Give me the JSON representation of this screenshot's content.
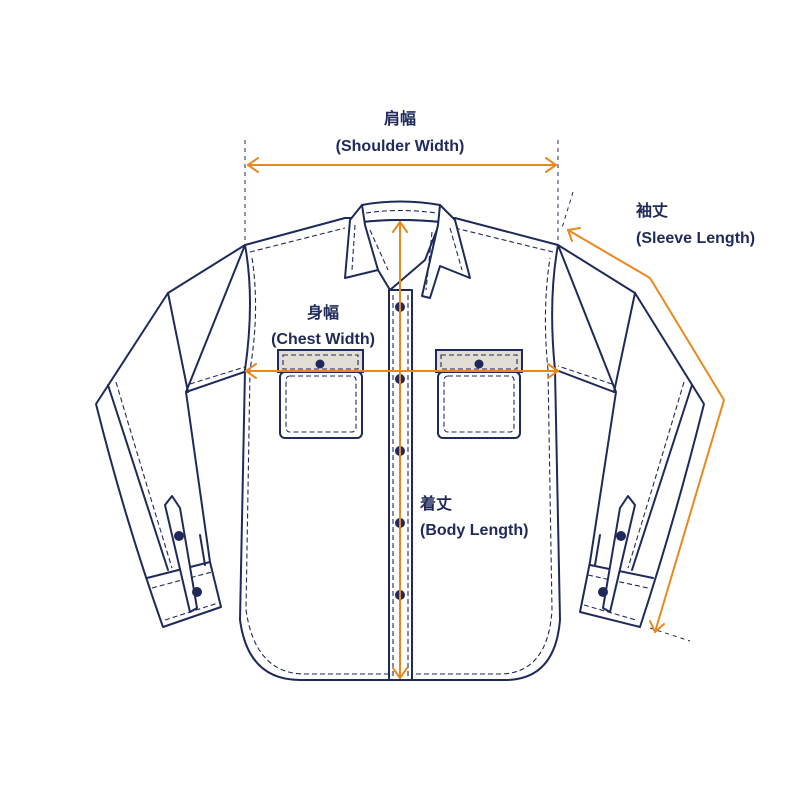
{
  "title": "Shirt size measurement guide",
  "colors": {
    "line": "#1f2a5a",
    "arrow": "#e8891e",
    "flap": "#e2ded6"
  },
  "measurements": {
    "shoulder": {
      "jp": "肩幅",
      "en": "(Shoulder Width)"
    },
    "chest": {
      "jp": "身幅",
      "en": "(Chest Width)"
    },
    "body": {
      "jp": "着丈",
      "en": "(Body Length)"
    },
    "sleeve": {
      "jp": "袖丈",
      "en": "(Sleeve Length)"
    }
  }
}
